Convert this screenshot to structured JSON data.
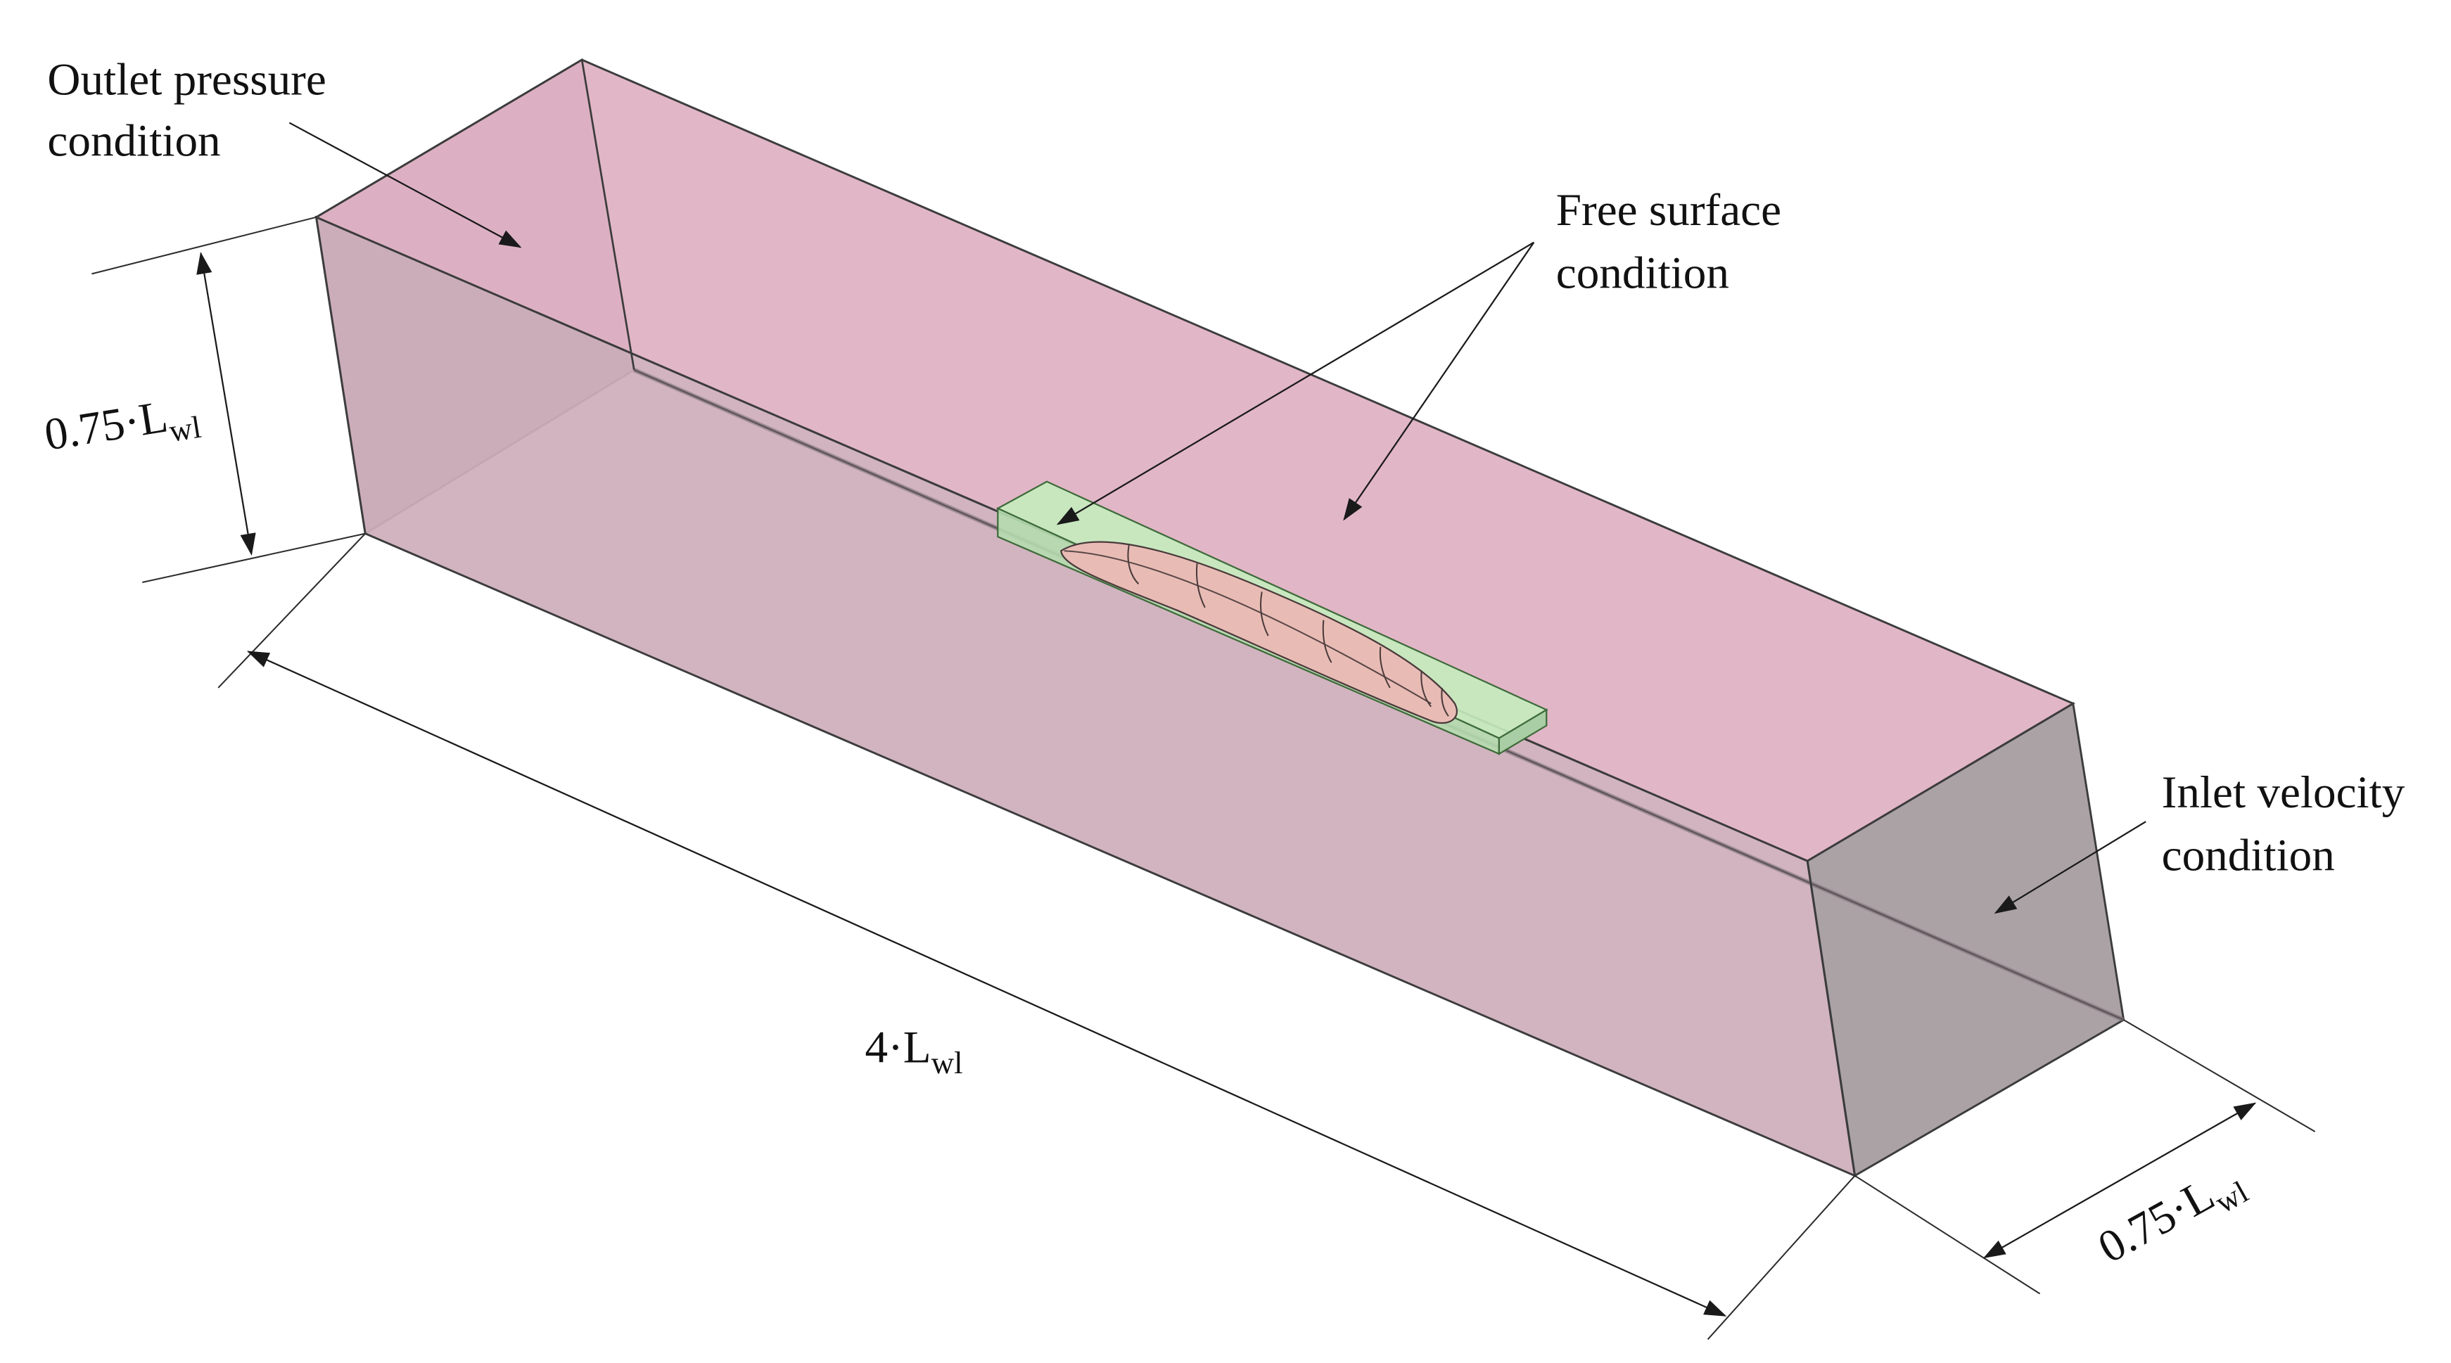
{
  "labels": {
    "outlet": [
      "Outlet pressure",
      "condition"
    ],
    "free_surface": [
      "Free surface",
      "condition"
    ],
    "inlet": [
      "Inlet velocity",
      "condition"
    ]
  },
  "dimensions": {
    "height": {
      "coef": "0.75·L",
      "sub": "wl"
    },
    "length": {
      "coef": "4·L",
      "sub": "wl"
    },
    "width": {
      "coef": "0.75·L",
      "sub": "wl"
    }
  },
  "colors": {
    "top_face": "#dfb1c4",
    "front_face": "#cdaebb",
    "back_face": "#ad9fa6",
    "end_face": "#aba2a6",
    "refinement_box": "#c5ecbe",
    "hull": "#e8bcb5"
  }
}
